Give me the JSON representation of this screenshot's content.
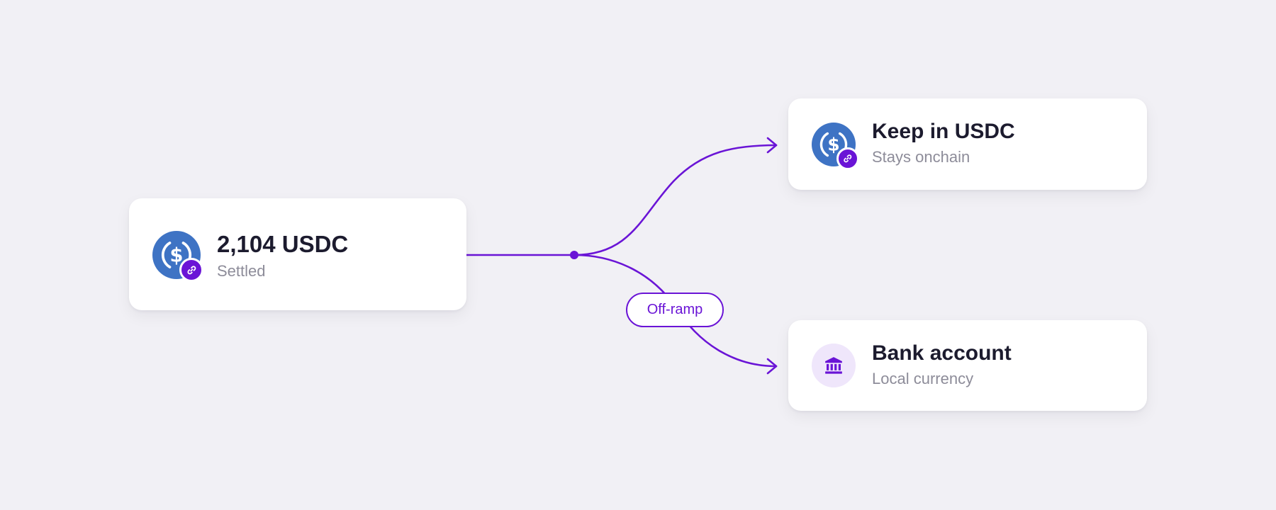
{
  "colors": {
    "background": "#f1f0f5",
    "accent": "#6a14d6",
    "usdc_blue": "#3e73c4",
    "bank_tint": "#efe6fb",
    "title_text": "#1c1b2e",
    "subtitle_text": "#8d8c99"
  },
  "source": {
    "amount": "2,104 USDC",
    "status": "Settled",
    "icon": "usdc-coin-icon",
    "badge_icon": "chain-link-icon"
  },
  "flow": {
    "branch_label": "Off-ramp"
  },
  "destinations": [
    {
      "title": "Keep in USDC",
      "subtitle": "Stays onchain",
      "icon": "usdc-coin-icon",
      "badge_icon": "chain-link-icon"
    },
    {
      "title": "Bank account",
      "subtitle": "Local currency",
      "icon": "bank-icon"
    }
  ]
}
